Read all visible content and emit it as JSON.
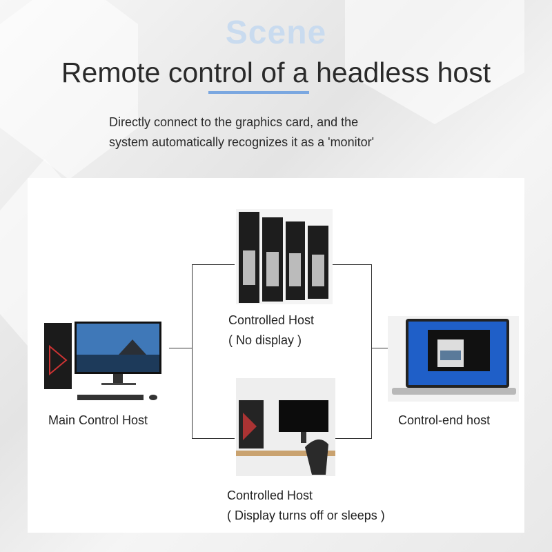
{
  "header": {
    "watermark": "Scene",
    "title": "Remote control of a headless host",
    "subtitle_line1": "Directly connect to the graphics card, and the",
    "subtitle_line2": "system automatically recognizes it as a 'monitor'"
  },
  "nodes": {
    "main": {
      "label": "Main Control Host"
    },
    "controlled_top": {
      "label": "Controlled Host",
      "note": "( No display )"
    },
    "controlled_bottom": {
      "label": "Controlled Host",
      "note": "( Display turns off or sleeps )"
    },
    "control_end": {
      "label": "Control-end host"
    }
  },
  "colors": {
    "accent": "#7aa7e0",
    "text": "#2a2a2a"
  }
}
